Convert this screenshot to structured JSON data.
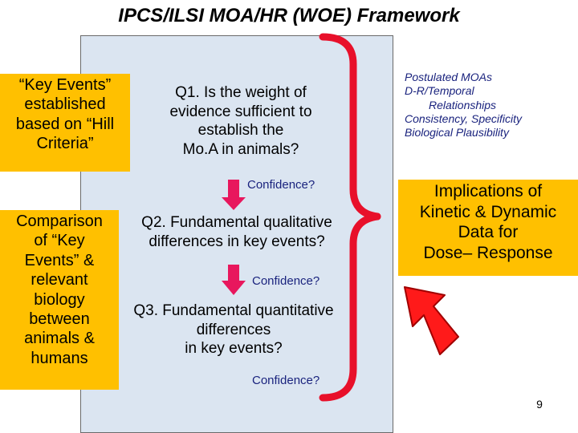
{
  "title": "IPCS/ILSI MOA/HR (WOE) Framework",
  "left_boxes": {
    "key_events": [
      "“Key Events”",
      "established",
      "based on “Hill",
      "Criteria”"
    ],
    "comparison": [
      "Comparison",
      "of “Key",
      "Events” &",
      "relevant",
      "biology",
      "between",
      "animals &",
      "humans"
    ]
  },
  "questions": {
    "q1": [
      "Q1. Is the weight of",
      "evidence sufficient to",
      "establish the",
      "Mo.A in animals?"
    ],
    "q2": [
      "Q2. Fundamental qualitative",
      "differences in key events?"
    ],
    "q3": [
      "Q3. Fundamental quantitative",
      "differences",
      "in key events?"
    ]
  },
  "confidence_label": "Confidence?",
  "moa_criteria": [
    "Postulated MOAs",
    "D-R/Temporal",
    "Relationships",
    "Consistency, Specificity",
    "Biological  Plausibility"
  ],
  "implications": [
    "Implications of",
    "Kinetic & Dynamic",
    "Data for",
    "Dose– Response"
  ],
  "page_number": "9",
  "colors": {
    "panel": "#dbe5f1",
    "orange_box": "#ffc000",
    "brace_red": "#e8102a",
    "down_arrow": "#e8175d",
    "big_arrow": "#ff1a1a",
    "confidence_text": "#1a237e"
  }
}
